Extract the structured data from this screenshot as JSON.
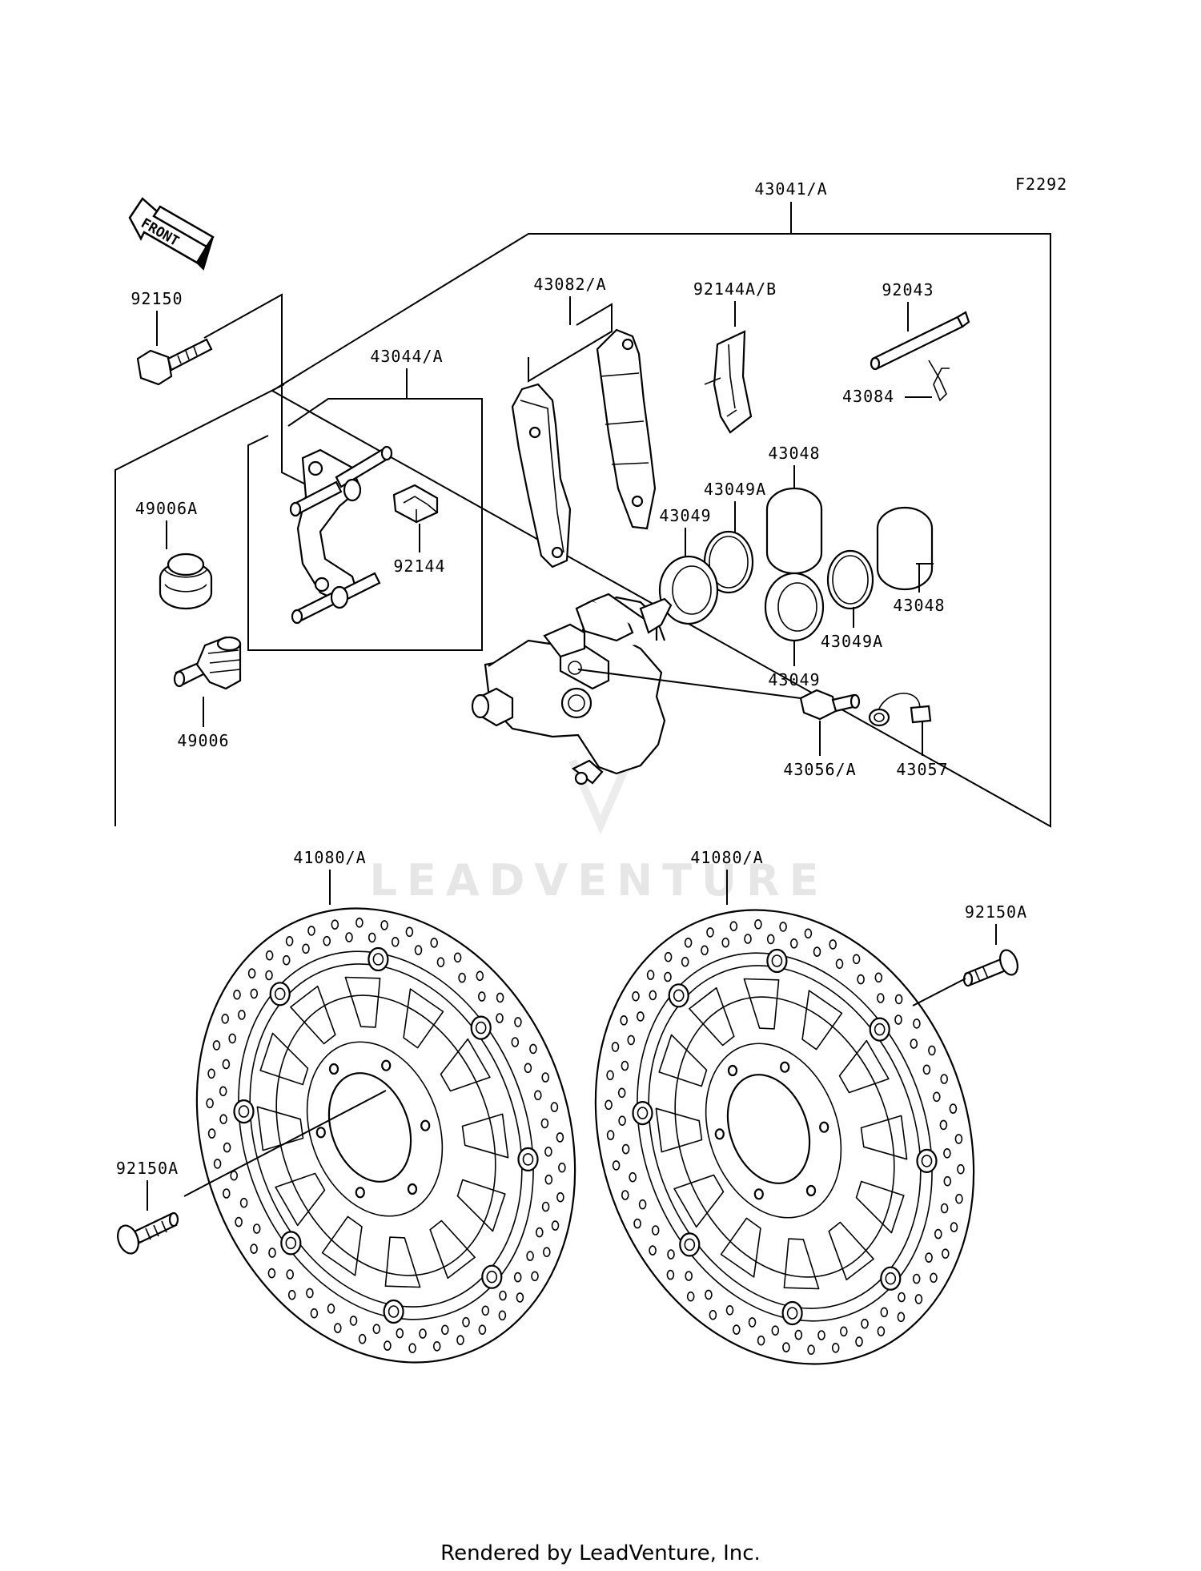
{
  "diagram_code": "F2292",
  "front_arrow": "FRONT",
  "labels": {
    "assembly": "43041/A",
    "bolt_top": "92150",
    "bracket_assy": "43044/A",
    "pads": "43082/A",
    "pad_spring": "92144A/B",
    "pin": "92043",
    "clip": "43084",
    "boot": "49006A",
    "spring_clip": "92144",
    "seal_a_top": "43049A",
    "piston_top": "43048",
    "seal_left": "43049",
    "piston_right": "43048",
    "seal_a_right": "43049A",
    "seal_bottom": "43049",
    "pin_boot": "49006",
    "bleed_valve": "43056/A",
    "cap": "43057",
    "disc_left": "41080/A",
    "disc_right": "41080/A",
    "disc_bolt_right": "92150A",
    "disc_bolt_left": "92150A"
  },
  "watermark": "LEADVENTURE",
  "footer": "Rendered by LeadVenture, Inc."
}
